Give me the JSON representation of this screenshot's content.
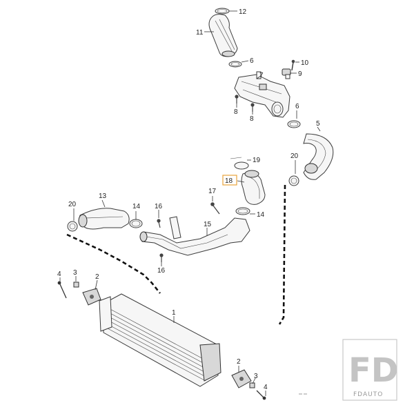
{
  "diagram": {
    "callouts": {
      "c12": "12",
      "c11": "11",
      "c6a": "6",
      "c10": "10",
      "c9": "9",
      "c7": "7",
      "c8a": "8",
      "c8b": "8",
      "c6b": "6",
      "c5": "5",
      "c19": "19",
      "c18": "18",
      "c20a": "20",
      "c13": "13",
      "c14a": "14",
      "c16a": "16",
      "c17": "17",
      "c14b": "14",
      "c15": "15",
      "c16b": "16",
      "c20b": "20",
      "c4a": "4",
      "c3a": "3",
      "c2a": "2",
      "c1": "1",
      "c2b": "2",
      "c3b": "3",
      "c4b": "4"
    },
    "highlighted_callout": "18",
    "highlight_color": "#e8a33b"
  },
  "watermark": {
    "logo_text": "FD",
    "brand_text": "FDAUTO"
  }
}
